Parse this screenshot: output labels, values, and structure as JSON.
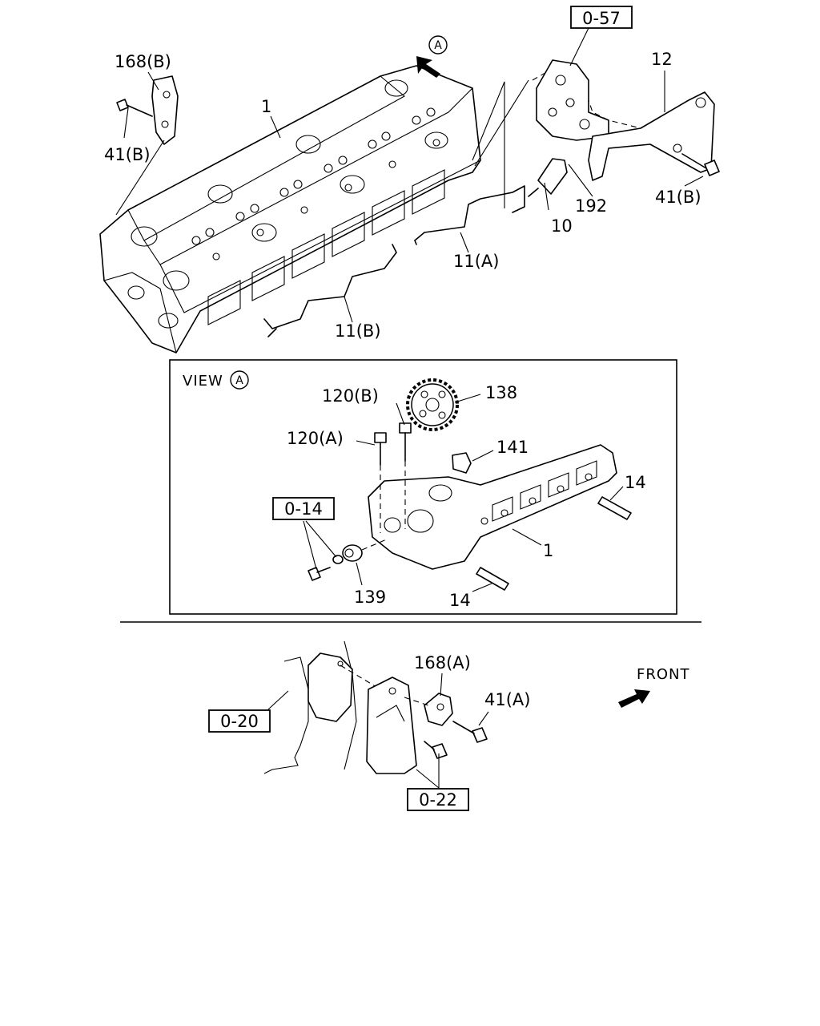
{
  "view_label": "VIEW",
  "view_marker": "A",
  "front_label": "FRONT",
  "callouts": {
    "c1_top": "1",
    "c168b": "168(B)",
    "c41b_left": "41(B)",
    "c057": "0-57",
    "c12": "12",
    "c41b_right": "41(B)",
    "c192": "192",
    "c10": "10",
    "c11a": "11(A)",
    "c11b": "11(B)",
    "c120b": "120(B)",
    "c138": "138",
    "c120a": "120(A)",
    "c141": "141",
    "c14_upper": "14",
    "c014": "0-14",
    "c1_view": "1",
    "c139": "139",
    "c14_lower": "14",
    "c168a": "168(A)",
    "c41a": "41(A)",
    "c020": "0-20",
    "c022": "0-22"
  }
}
